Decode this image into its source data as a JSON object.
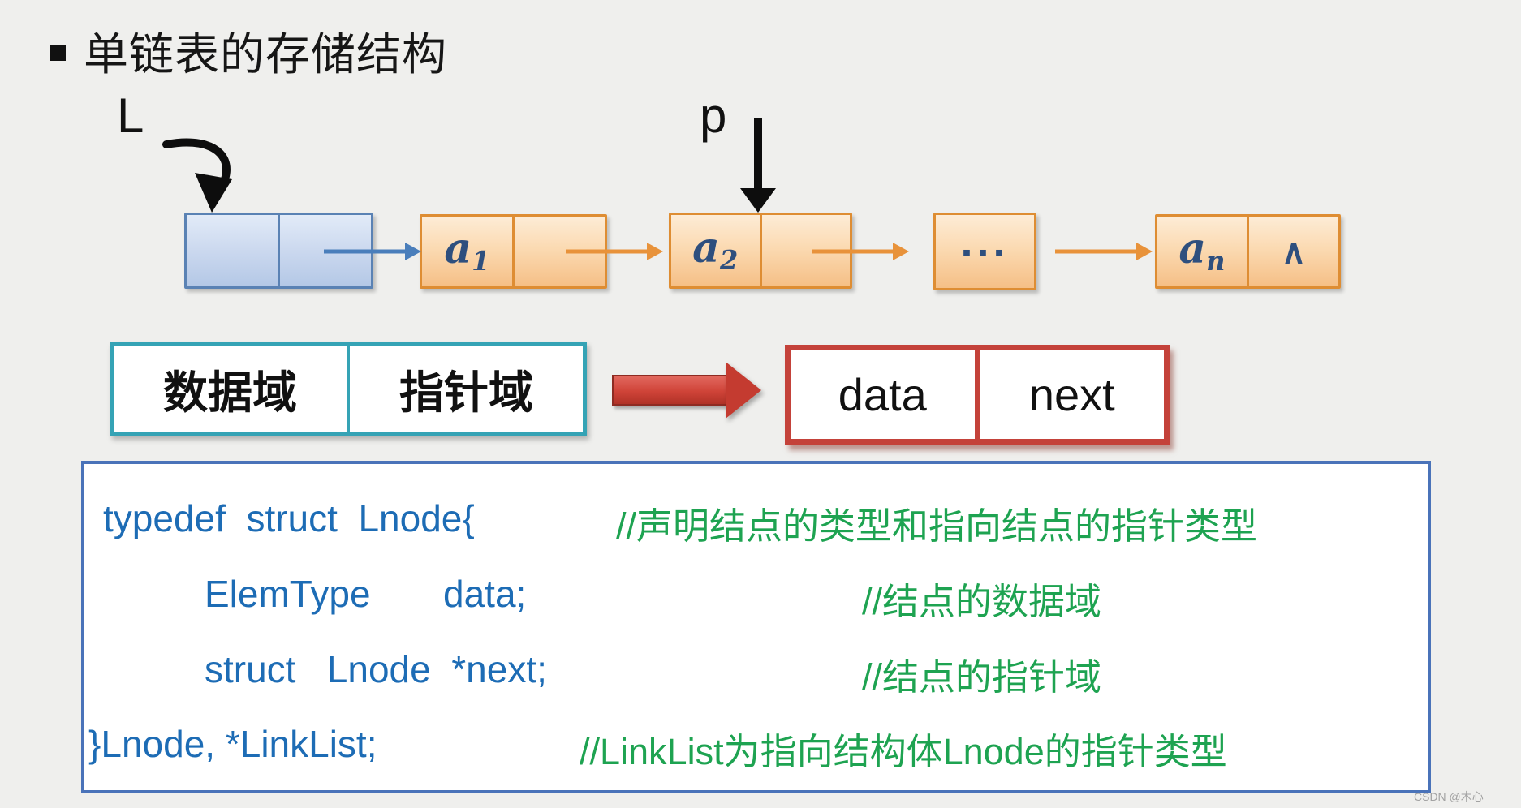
{
  "title": {
    "bullet": "■",
    "text": "单链表的存储结构"
  },
  "diagram": {
    "l_pointer_label": "L",
    "p_pointer_label": "p",
    "nodes": [
      {
        "name": "head-node",
        "data": "",
        "next": ""
      },
      {
        "name": "node-a1",
        "base": "a",
        "sub": "1"
      },
      {
        "name": "node-a2",
        "base": "a",
        "sub": "2"
      },
      {
        "name": "node-ellipsis",
        "label": "..."
      },
      {
        "name": "node-an",
        "base": "a",
        "sub": "n",
        "next": "∧"
      }
    ]
  },
  "field_box": {
    "data_field": "数据域",
    "pointer_field": "指针域"
  },
  "struct_box": {
    "data_cell": "data",
    "next_cell": "next"
  },
  "code": {
    "lines": [
      {
        "code": "typedef  struct  Lnode{",
        "comment": "//声明结点的类型和指向结点的指针类型"
      },
      {
        "code": "ElemType       data;",
        "comment": "//结点的数据域"
      },
      {
        "code": "struct   Lnode  *next;",
        "comment": "//结点的指针域"
      },
      {
        "code": "}Lnode, *LinkList;",
        "comment": "//LinkList为指向结构体Lnode的指针类型"
      }
    ]
  },
  "watermark": "CSDN @木心",
  "colors": {
    "background": "#efefed",
    "node_orange_border": "#de8d33",
    "node_blue_border": "#5a82b4",
    "element_label_navy": "#2e4f7e",
    "field_box_teal": "#35a3b5",
    "struct_box_red": "#c4423a",
    "code_blue": "#1d6cb5",
    "comment_green": "#1ea351",
    "arrow_orange": "#e8923a",
    "arrow_blue": "#4a7ebb",
    "pointer_arrow_black": "#0d0d0d"
  }
}
